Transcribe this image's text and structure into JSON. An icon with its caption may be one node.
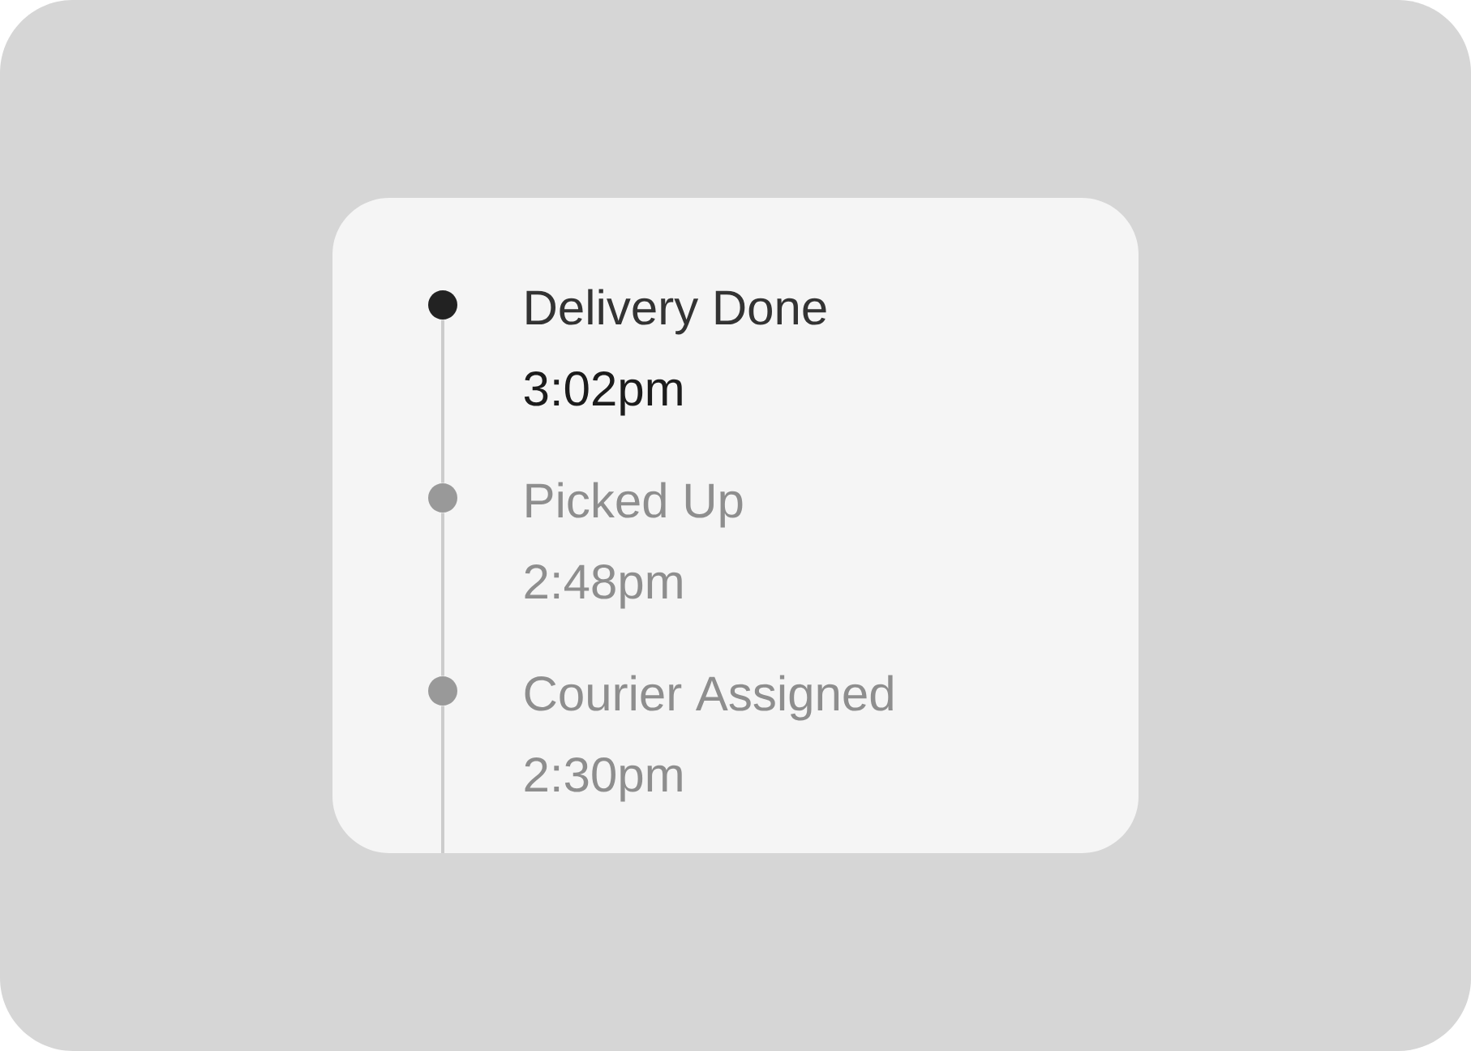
{
  "diagram": {
    "nodes": [
      {
        "text": [],
        "shape": "box"
      },
      {
        "text": [],
        "shape": "circle",
        "in": 0,
        "beside": [
          "Delivery Done",
          "3:02pm"
        ]
      },
      {
        "text": [],
        "shape": "circle",
        "in": 0,
        "beside": [
          "Picked Up",
          "2:48pm"
        ]
      },
      {
        "text": [],
        "shape": "circle",
        "in": 0,
        "beside": [
          "Courier Assigned",
          "2:30pm"
        ]
      }
    ],
    "edges": [
      {
        "from": 1,
        "to": 2,
        "arrow": "none"
      },
      {
        "from": 2,
        "to": 3,
        "arrow": "none"
      },
      {
        "from": 3,
        "to": null,
        "arrow": "none"
      }
    ]
  }
}
